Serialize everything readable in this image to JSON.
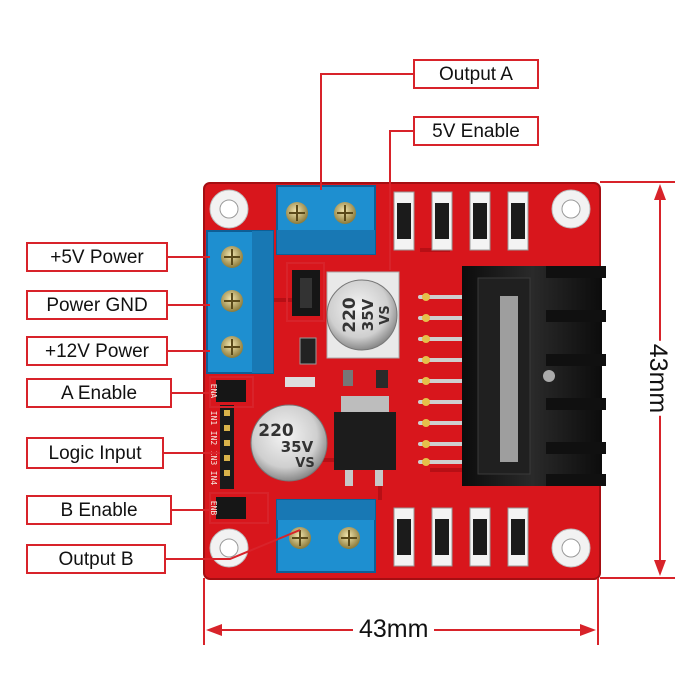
{
  "labels": {
    "output_a": "Output A",
    "enable_5v": "5V Enable",
    "power_5v": "+5V Power",
    "power_gnd": "Power GND",
    "power_12v": "+12V Power",
    "a_enable": "A Enable",
    "logic_input": "Logic Input",
    "b_enable": "B Enable",
    "output_b": "Output B"
  },
  "dimensions": {
    "height": "43mm",
    "width": "43mm"
  },
  "capacitors": {
    "top_value": "220",
    "top_voltage": "35V",
    "top_series": "VS",
    "bottom_value": "220",
    "bottom_voltage": "35V",
    "bottom_series": "VS"
  },
  "silkscreen": {
    "ena": "ENA",
    "in1": "IN1",
    "in2": "IN2",
    "in3": "IN3",
    "in4": "IN4",
    "enb": "ENB"
  },
  "colors": {
    "board": "#d8161c",
    "terminal": "#1e8fd0",
    "annotation": "#d8232a",
    "heatsink": "#141414"
  }
}
